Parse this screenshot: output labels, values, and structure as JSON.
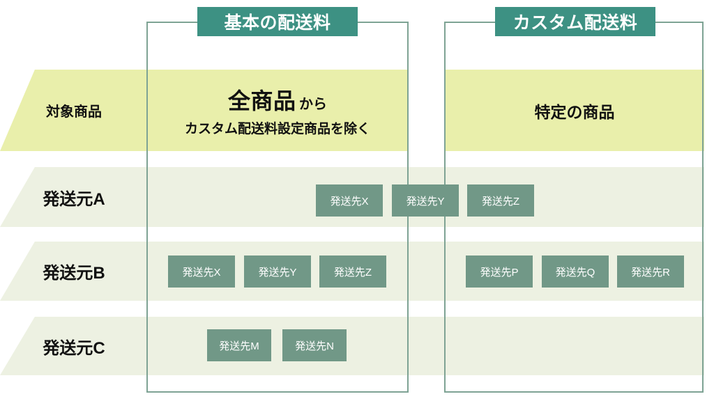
{
  "brackets": [
    {
      "id": "basic",
      "label": "基本の配送料"
    },
    {
      "id": "custom",
      "label": "カスタム配送料"
    }
  ],
  "colors": {
    "teal_pill": "#3d9183",
    "chip": "#719887",
    "bracket_line": "#7ea394",
    "row_products": "#e9efab",
    "row_source": "#edf1e2",
    "text": "#111111",
    "chip_text": "#ffffff"
  },
  "rows": [
    {
      "id": "products",
      "label": "対象商品",
      "basic": {
        "main_big": "全商品",
        "main_small": "から",
        "sub": "カスタム配送料設定商品を除く"
      },
      "custom": {
        "single": "特定の商品"
      }
    },
    {
      "id": "source-a",
      "label": "発送元A",
      "basic_chips": [
        "発送先X",
        "発送先Y",
        "発送先Z"
      ],
      "custom_chips": []
    },
    {
      "id": "source-b",
      "label": "発送元B",
      "basic_chips": [
        "発送先X",
        "発送先Y",
        "発送先Z"
      ],
      "custom_chips": [
        "発送先P",
        "発送先Q",
        "発送先R"
      ]
    },
    {
      "id": "source-c",
      "label": "発送元C",
      "basic_chips": [
        "発送先M",
        "発送先N"
      ],
      "custom_chips": []
    }
  ]
}
